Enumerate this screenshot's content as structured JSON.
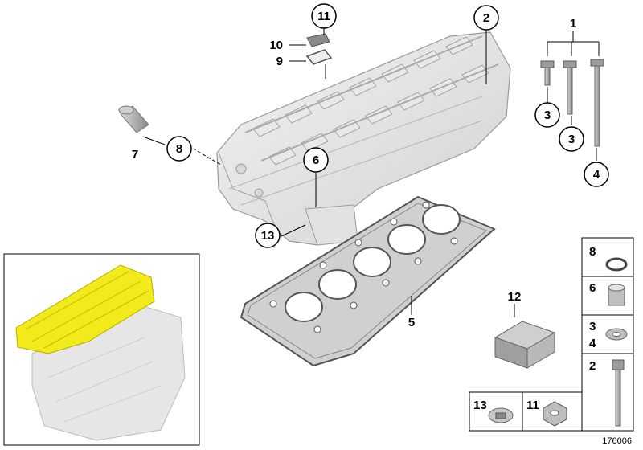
{
  "diagram_id": "176006",
  "callouts": {
    "c1": "1",
    "c2": "2",
    "c3a": "3",
    "c3b": "3",
    "c4": "4",
    "c5": "5",
    "c6": "6",
    "c7": "7",
    "c8": "8",
    "c9": "9",
    "c10": "10",
    "c11": "11",
    "c12": "12",
    "c13": "13"
  },
  "legend": {
    "r8": "8",
    "r6": "6",
    "r3": "3",
    "r4": "4",
    "r2": "2",
    "r13": "13",
    "r11": "11"
  },
  "colors": {
    "part_fill": "#e4e4e4",
    "part_stroke": "#9a9a9a",
    "highlight": "#f2ea1a",
    "gasket": "#6e6e6e"
  }
}
